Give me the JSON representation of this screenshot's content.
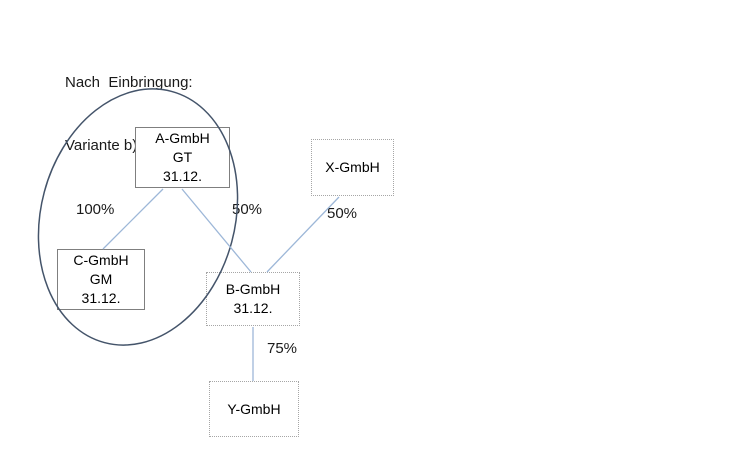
{
  "title": {
    "line1": "Nach  Einbringung:",
    "line2": "Variante b)"
  },
  "nodes": {
    "a": {
      "name": "A-GmbH",
      "role": "GT",
      "date": "31.12."
    },
    "x": {
      "name": "X-GmbH"
    },
    "c": {
      "name": "C-GmbH",
      "role": "GM",
      "date": "31.12."
    },
    "b": {
      "name": "B-GmbH",
      "date": "31.12."
    },
    "y": {
      "name": "Y-GmbH"
    }
  },
  "edges": {
    "a_c": {
      "label": "100%"
    },
    "a_b": {
      "label": "50%"
    },
    "x_b": {
      "label": "50%"
    },
    "b_y": {
      "label": "75%"
    }
  },
  "colors": {
    "connector": "#9db7d8",
    "ellipse": "#44546a",
    "solid_box_border": "#7f7f7f",
    "dotted_box_border": "#a6a6a6",
    "text": "#000000",
    "background": "#ffffff"
  }
}
